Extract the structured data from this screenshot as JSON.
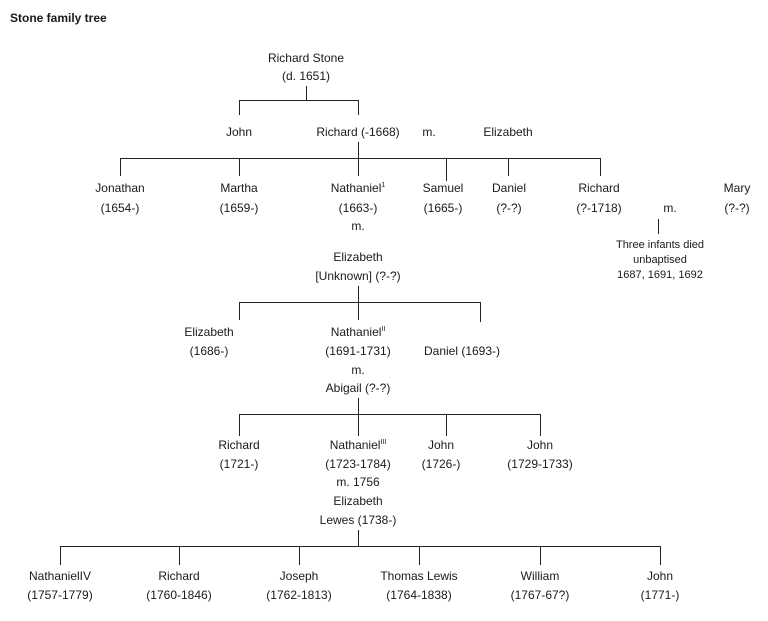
{
  "title": "Stone family tree",
  "gen1": {
    "name": "Richard Stone",
    "dates": "(d. 1651)"
  },
  "gen2": {
    "john": "John",
    "richard": "Richard (-1668)",
    "m": "m.",
    "wife": "Elizabeth"
  },
  "gen3": {
    "jonathan": {
      "name": "Jonathan",
      "dates": "(1654-)"
    },
    "martha": {
      "name": "Martha",
      "dates": "(1659-)"
    },
    "nathaniel": {
      "name": "Nathaniel",
      "sup": "1",
      "dates": "(1663-)",
      "m": "m."
    },
    "samuel": {
      "name": "Samuel",
      "dates": "(1665-)"
    },
    "daniel": {
      "name": "Daniel",
      "dates": "(?-?)"
    },
    "richard": {
      "name": "Richard",
      "dates": "(?-1718)"
    },
    "m": "m.",
    "mary": {
      "name": "Mary",
      "dates": "(?-?)"
    },
    "infants": {
      "line1": "Three infants died",
      "line2": "unbaptised",
      "line3": "1687, 1691, 1692"
    }
  },
  "gen3_spouse": {
    "name": "Elizabeth",
    "detail": "[Unknown] (?-?)"
  },
  "gen4": {
    "elizabeth": {
      "name": "Elizabeth",
      "dates": "(1686-)"
    },
    "nathaniel": {
      "name": "Nathaniel",
      "sup": "II",
      "dates": "(1691-1731)",
      "m": "m.",
      "spouse": "Abigail (?-?)"
    },
    "daniel": "Daniel (1693-)"
  },
  "gen5": {
    "richard": {
      "name": "Richard",
      "dates": "(1721-)"
    },
    "nathaniel": {
      "name": "Nathaniel",
      "sup": "III",
      "dates": "(1723-1784)",
      "m": "m. 1756",
      "spouse1": "Elizabeth",
      "spouse2": "Lewes (1738-)"
    },
    "john1": {
      "name": "John",
      "dates": "(1726-)"
    },
    "john2": {
      "name": "John",
      "dates": "(1729-1733)"
    }
  },
  "gen6": [
    {
      "name": "NathanielIV",
      "dates": "(1757-1779)"
    },
    {
      "name": "Richard",
      "dates": "(1760-1846)"
    },
    {
      "name": "Joseph",
      "dates": "(1762-1813)"
    },
    {
      "name": "Thomas Lewis",
      "dates": "(1764-1838)"
    },
    {
      "name": "William",
      "dates": "(1767-67?)"
    },
    {
      "name": "John",
      "dates": "(1771-)"
    }
  ]
}
